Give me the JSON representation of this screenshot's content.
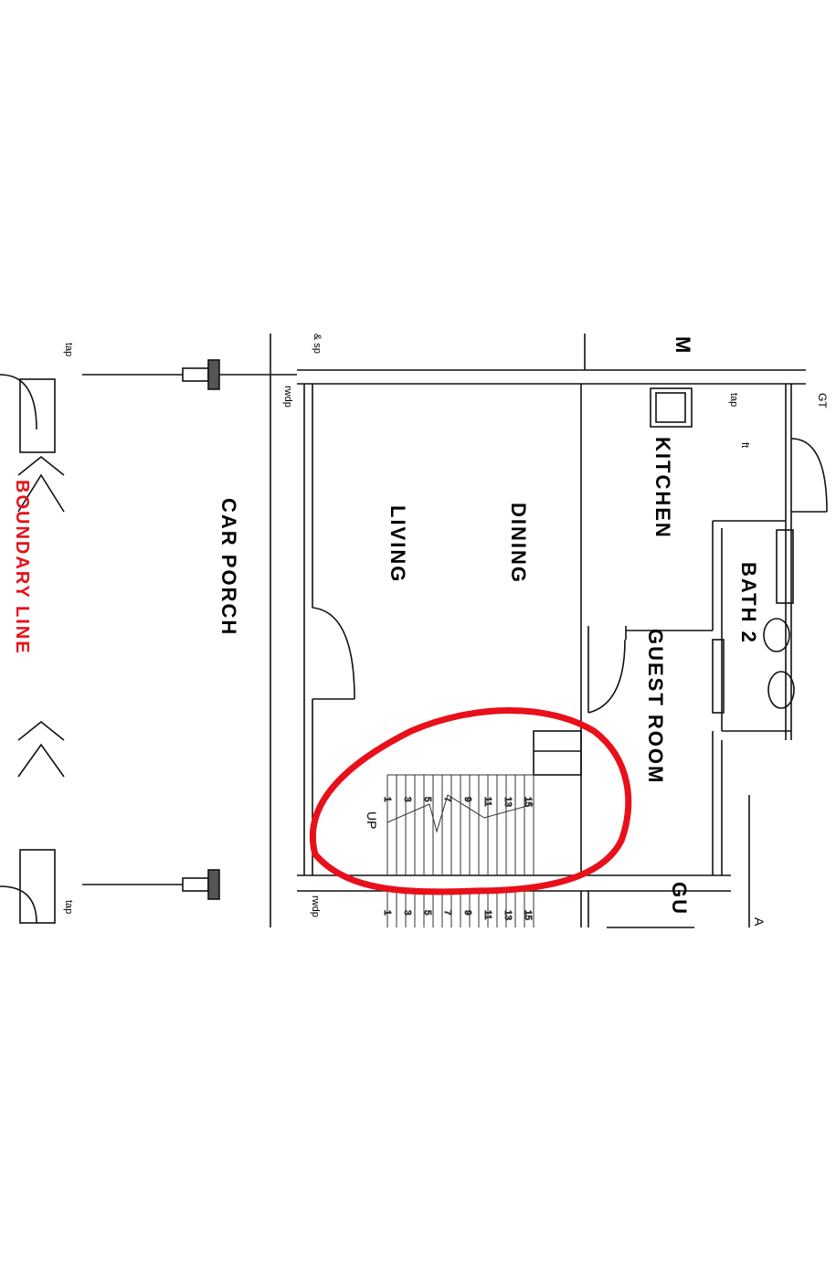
{
  "rooms": {
    "car_porch": "CAR PORCH",
    "living": "LIVING",
    "dining": "DINING",
    "kitchen": "KITCHEN",
    "bath2": "BATH 2",
    "guest_room": "GUEST ROOM",
    "guest_partial": "GU",
    "top_partial": "M"
  },
  "boundary_line": "BOUNDARY LINE",
  "fixtures": {
    "tap": "tap",
    "ft": "ft",
    "rwdp": "rwdp",
    "sp": "& sp",
    "gt": "GT",
    "up": "UP",
    "a_partial": "A"
  },
  "stair_numbers": [
    "1",
    "3",
    "5",
    "7",
    "9",
    "11",
    "13",
    "15"
  ],
  "colors": {
    "boundary": "#e8101a",
    "annotation": "#e8101a",
    "lines": "#111111"
  }
}
